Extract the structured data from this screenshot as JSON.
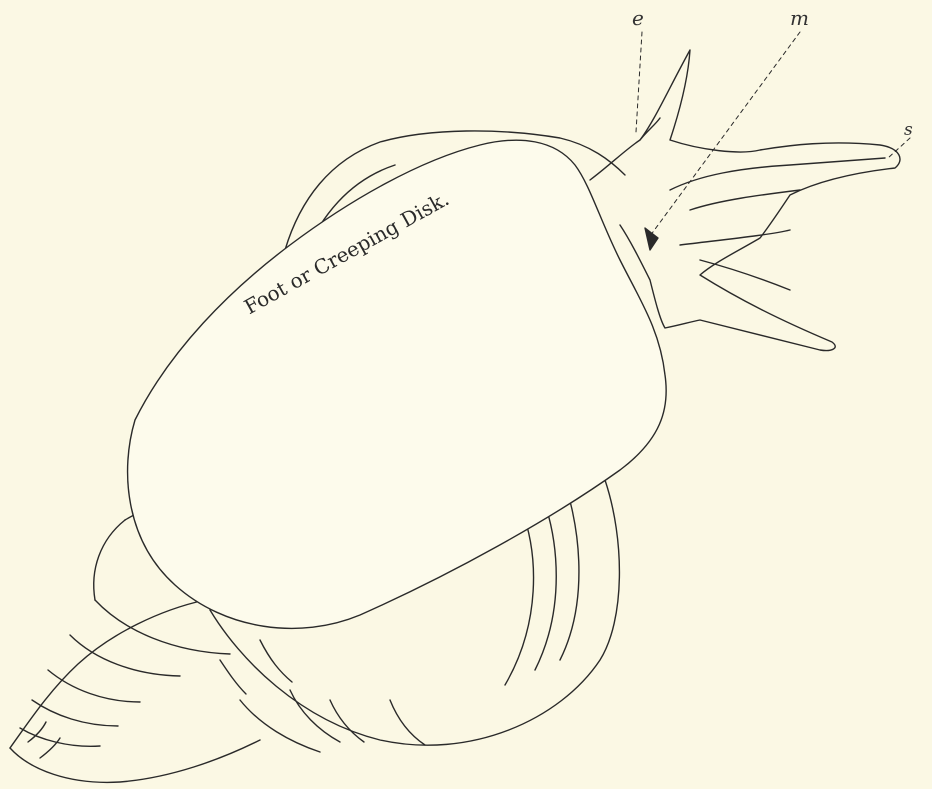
{
  "labels": {
    "eye": "e",
    "mouth": "m",
    "siphon": "s",
    "foot": "Foot or Creeping Disk."
  },
  "colors": {
    "paper": "#fbf8e4",
    "ink": "#2a2a2a"
  }
}
